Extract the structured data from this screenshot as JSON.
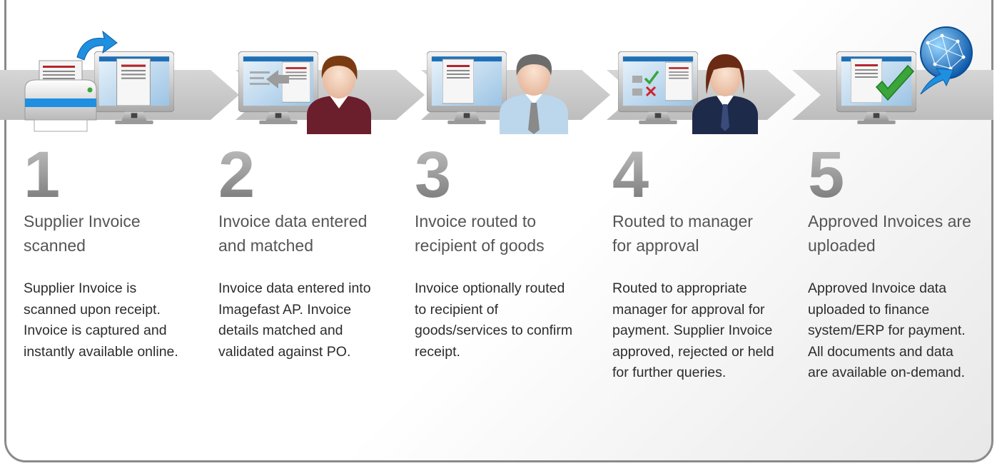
{
  "steps": [
    {
      "number": "1",
      "title": "Supplier Invoice scanned",
      "description": "Supplier Invoice is scanned upon receipt. Invoice is captured and instantly available online.",
      "illustration": [
        "printer-icon",
        "arrow-icon",
        "monitor-icon"
      ]
    },
    {
      "number": "2",
      "title": "Invoice data entered and matched",
      "description": "Invoice data entered into Imagefast AP. Invoice details matched and validated against PO.",
      "illustration": [
        "monitor-icon",
        "arrow-left-icon",
        "person-icon"
      ]
    },
    {
      "number": "3",
      "title": "Invoice routed to recipient of goods",
      "description": "Invoice optionally routed to recipient of goods/services to confirm receipt.",
      "illustration": [
        "monitor-icon",
        "person-icon"
      ]
    },
    {
      "number": "4",
      "title": "Routed to manager for approval",
      "description": "Routed to appropriate manager for approval for payment. Supplier Invoice approved, rejected or held for further queries.",
      "illustration": [
        "monitor-icon",
        "check-icon",
        "cross-icon",
        "person-icon"
      ]
    },
    {
      "number": "5",
      "title": "Approved Invoices are uploaded",
      "description": "Approved Invoice data uploaded to finance system/ERP for payment. All documents and data are available on-demand.",
      "illustration": [
        "monitor-icon",
        "check-icon",
        "globe-icon"
      ]
    }
  ],
  "colors": {
    "band": "#c8c8c8",
    "number": "#8c8c8c",
    "title": "#555555",
    "text": "#2c2c2c",
    "check": "#3aa53a",
    "cross": "#d2232a",
    "screen": "#1f6fb6"
  }
}
